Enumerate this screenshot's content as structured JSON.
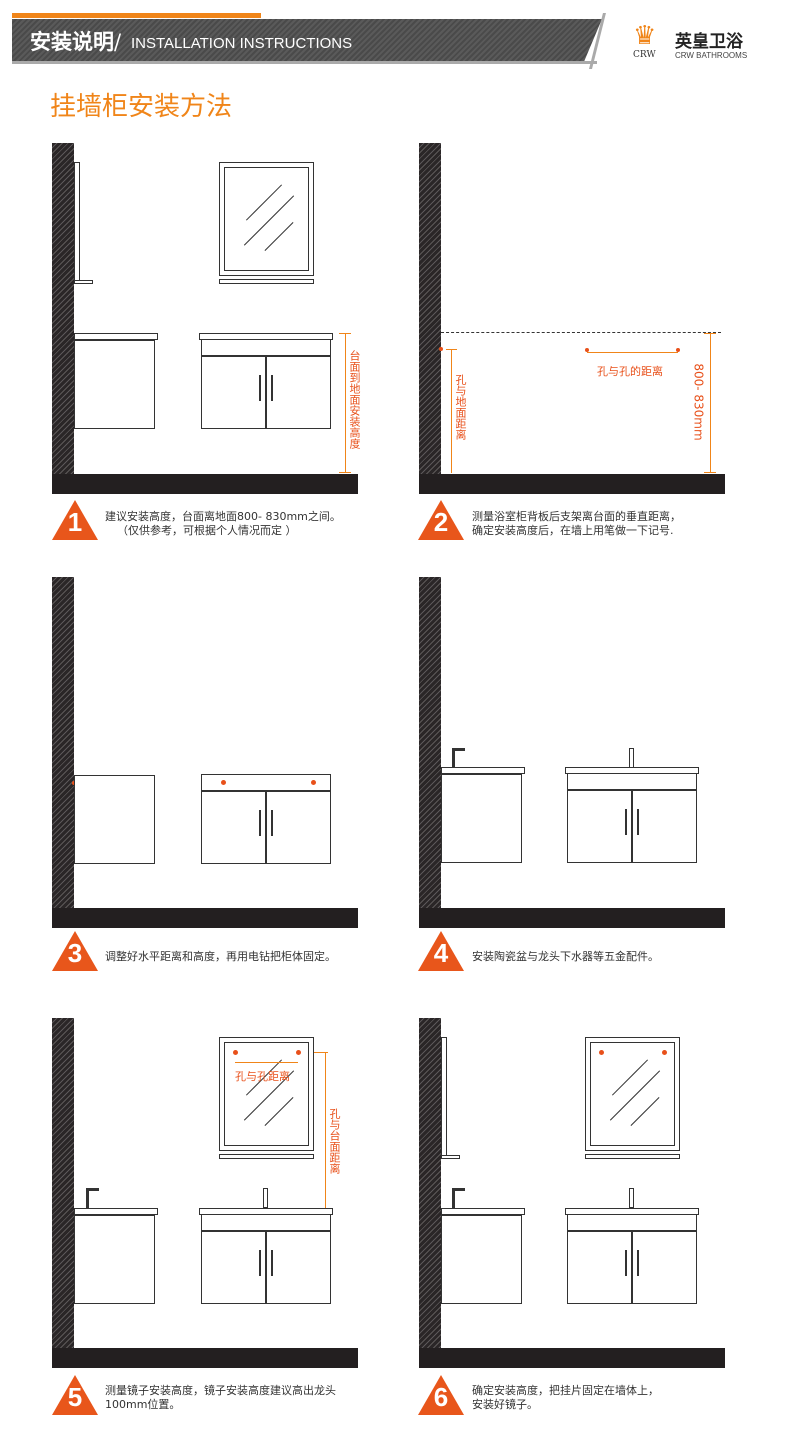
{
  "header": {
    "title_cn": "安装说明",
    "slash": "/",
    "title_en": "INSTALLATION INSTRUCTIONS",
    "brand_cn": "英皇卫浴",
    "brand_mark": "CRW",
    "brand_en": "CRW BATHROOMS"
  },
  "heading": "挂墙柜安装方法",
  "annotations": {
    "p1_height": "台面到地面安装高度",
    "p2_hole_floor": "孔与地面距离",
    "p2_hole_hole": "孔与孔的距离",
    "p2_range": "800- 830mm",
    "p5_hole_hole": "孔与孔距离",
    "p5_hole_counter": "孔与台面距离"
  },
  "steps": [
    {
      "num": "1",
      "lines": [
        "建议安装高度，台面离地面800- 830mm之间。",
        "（仅供参考，可根据个人情况而定 ）"
      ]
    },
    {
      "num": "2",
      "lines": [
        "测量浴室柜背板后支架离台面的垂直距离，",
        "确定安装高度后，在墙上用笔做一下记号."
      ]
    },
    {
      "num": "3",
      "lines": [
        "调整好水平距离和高度，再用电钻把柜体固定。"
      ]
    },
    {
      "num": "4",
      "lines": [
        "安装陶瓷盆与龙头下水器等五金配件。"
      ]
    },
    {
      "num": "5",
      "lines": [
        "测量镜子安装高度，镜子安装高度建议高出龙头",
        "100mm位置。"
      ]
    },
    {
      "num": "6",
      "lines": [
        "确定安装高度，把挂片固定在墙体上，",
        "安装好镜子。"
      ]
    }
  ],
  "colors": {
    "accent": "#f08519",
    "mark": "#e8501a",
    "dark": "#231f20"
  }
}
